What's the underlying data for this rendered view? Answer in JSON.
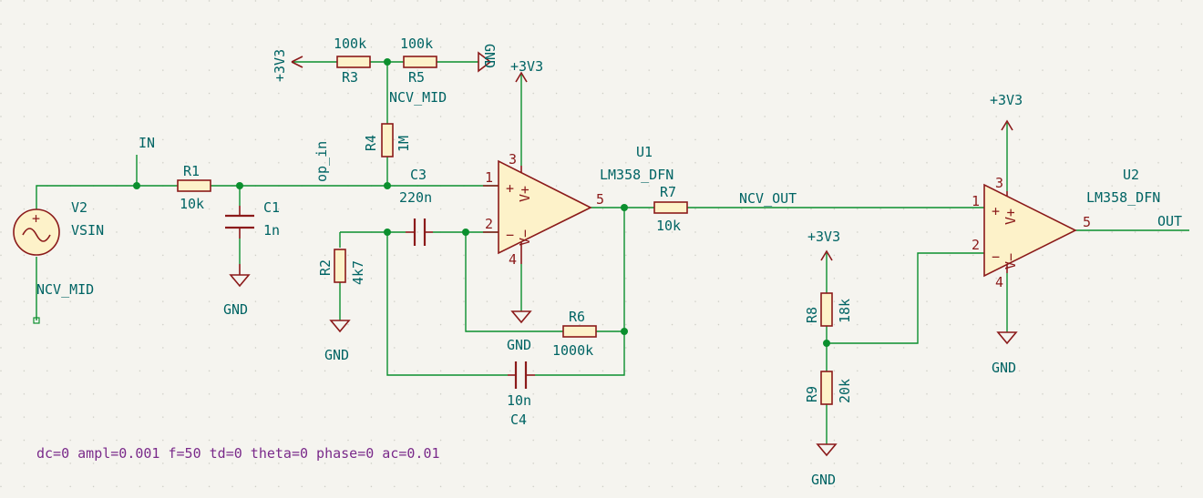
{
  "labels": {
    "in": "IN",
    "op_in": "op_in",
    "ncv_mid_top": "NCV_MID",
    "ncv_mid_src": "NCV_MID",
    "ncv_out": "NCV_OUT",
    "out": "OUT"
  },
  "power": {
    "p3v3_left": "+3V3",
    "gnd_r5": "GND",
    "p3v3_u1": "+3V3",
    "gnd_c1": "GND",
    "gnd_r2": "GND",
    "gnd_u1": "GND",
    "p3v3_r8": "+3V3",
    "gnd_r9": "GND",
    "p3v3_u2": "+3V3",
    "gnd_u2": "GND"
  },
  "components": {
    "v2": {
      "ref": "V2",
      "value": "VSIN"
    },
    "r1": {
      "ref": "R1",
      "value": "10k"
    },
    "c1": {
      "ref": "C1",
      "value": "1n"
    },
    "r3": {
      "ref": "R3",
      "value": "100k"
    },
    "r5": {
      "ref": "R5",
      "value": "100k"
    },
    "r4": {
      "ref": "R4",
      "value": "1M"
    },
    "c3": {
      "ref": "C3",
      "value": "220n"
    },
    "r2": {
      "ref": "R2",
      "value": "4k7"
    },
    "r6": {
      "ref": "R6",
      "value": "1000k"
    },
    "c4": {
      "ref": "C4",
      "value": "10n"
    },
    "u1": {
      "ref": "U1",
      "value": "LM358_DFN"
    },
    "r7": {
      "ref": "R7",
      "value": "10k"
    },
    "r8": {
      "ref": "R8",
      "value": "18k"
    },
    "r9": {
      "ref": "R9",
      "value": "20k"
    },
    "u2": {
      "ref": "U2",
      "value": "LM358_DFN"
    }
  },
  "opamp_text": {
    "plus": "+",
    "minus": "−",
    "vplus": "V+",
    "vminus": "V−"
  },
  "pins": {
    "u1_1": "1",
    "u1_2": "2",
    "u1_3": "3",
    "u1_4": "4",
    "u1_5": "5",
    "u2_1": "1",
    "u2_2": "2",
    "u2_3": "3",
    "u2_4": "4",
    "u2_5": "5"
  },
  "source_symbol": "+",
  "sim_directive": "dc=0 ampl=0.001 f=50 td=0 theta=0 phase=0 ac=0.01"
}
